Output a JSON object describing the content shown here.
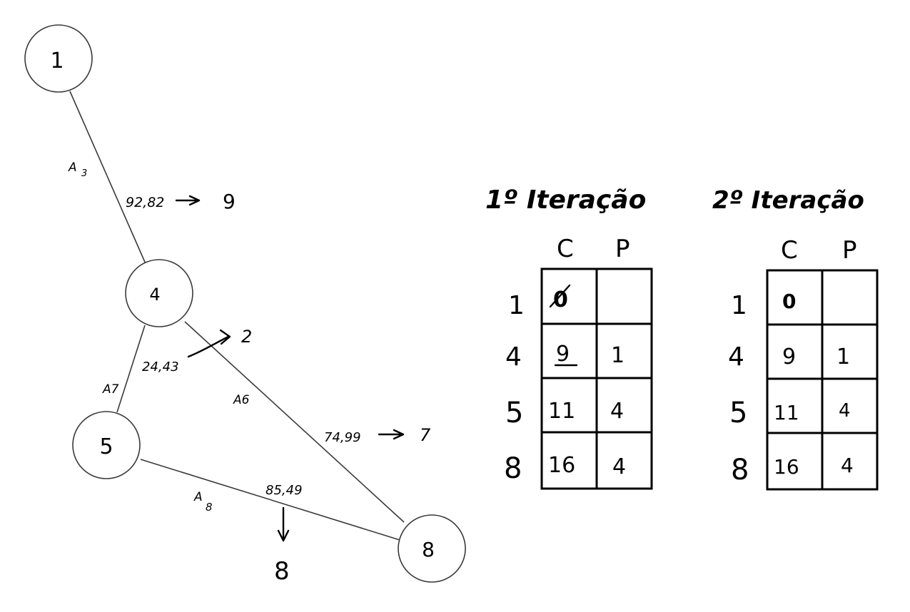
{
  "graph": {
    "nodes": {
      "n1": "1",
      "n4": "4",
      "n5": "5",
      "n8": "8"
    },
    "edges": {
      "e1_4": {
        "name": "A",
        "name_sub": "3",
        "length": "92,82",
        "weight": "9"
      },
      "e4_5": {
        "name": "A7",
        "length": "24,43",
        "weight": "2"
      },
      "e4_8": {
        "name": "A6",
        "length": "74,99",
        "weight": "7"
      },
      "e5_8": {
        "name": "A",
        "name_sub": "8",
        "length": "85,49",
        "weight": "8"
      }
    }
  },
  "tables": [
    {
      "title": "1º Iteração",
      "headers": [
        "C",
        "P"
      ],
      "rows": [
        {
          "node": "1",
          "c": "0",
          "c_struck": true,
          "p": ""
        },
        {
          "node": "4",
          "c": "9",
          "c_underlined": true,
          "p": "1"
        },
        {
          "node": "5",
          "c": "11",
          "p": "4"
        },
        {
          "node": "8",
          "c": "16",
          "p": "4"
        }
      ]
    },
    {
      "title": "2º Iteração",
      "headers": [
        "C",
        "P"
      ],
      "rows": [
        {
          "node": "1",
          "c": "0",
          "p": ""
        },
        {
          "node": "4",
          "c": "9",
          "p": "1"
        },
        {
          "node": "5",
          "c": "11",
          "p": "4"
        },
        {
          "node": "8",
          "c": "16",
          "p": "4"
        }
      ]
    }
  ]
}
